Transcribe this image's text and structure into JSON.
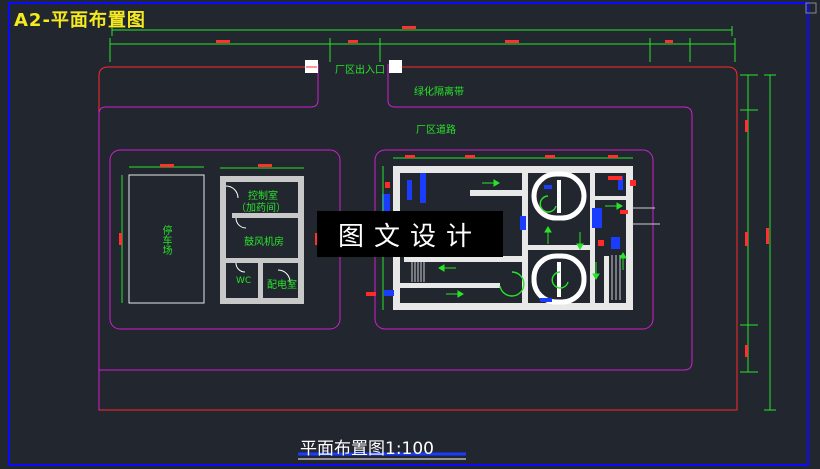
{
  "sheet_title": "A2-平面布置图",
  "drawing_title": "平面布置图1:100",
  "watermark": "图文设计",
  "labels": {
    "entrance": "厂区出入口",
    "green_belt": "绿化隔离带",
    "road": "厂区道路",
    "parking": "停车场",
    "control_room": "控制室",
    "dosing_room": "（加药间）",
    "blower_room": "鼓风机房",
    "wc": "WC",
    "distribution_room": "配电室"
  },
  "colors": {
    "background": "#21262f",
    "frame": "#0a0aff",
    "boundary": "#ff2a2a",
    "zone": "#d21fd2",
    "dimension": "#29e32a",
    "walls": "#c8c8c8",
    "flow": "#ffffff",
    "pipe": "#1a3cff",
    "title": "#f5ea1e"
  }
}
